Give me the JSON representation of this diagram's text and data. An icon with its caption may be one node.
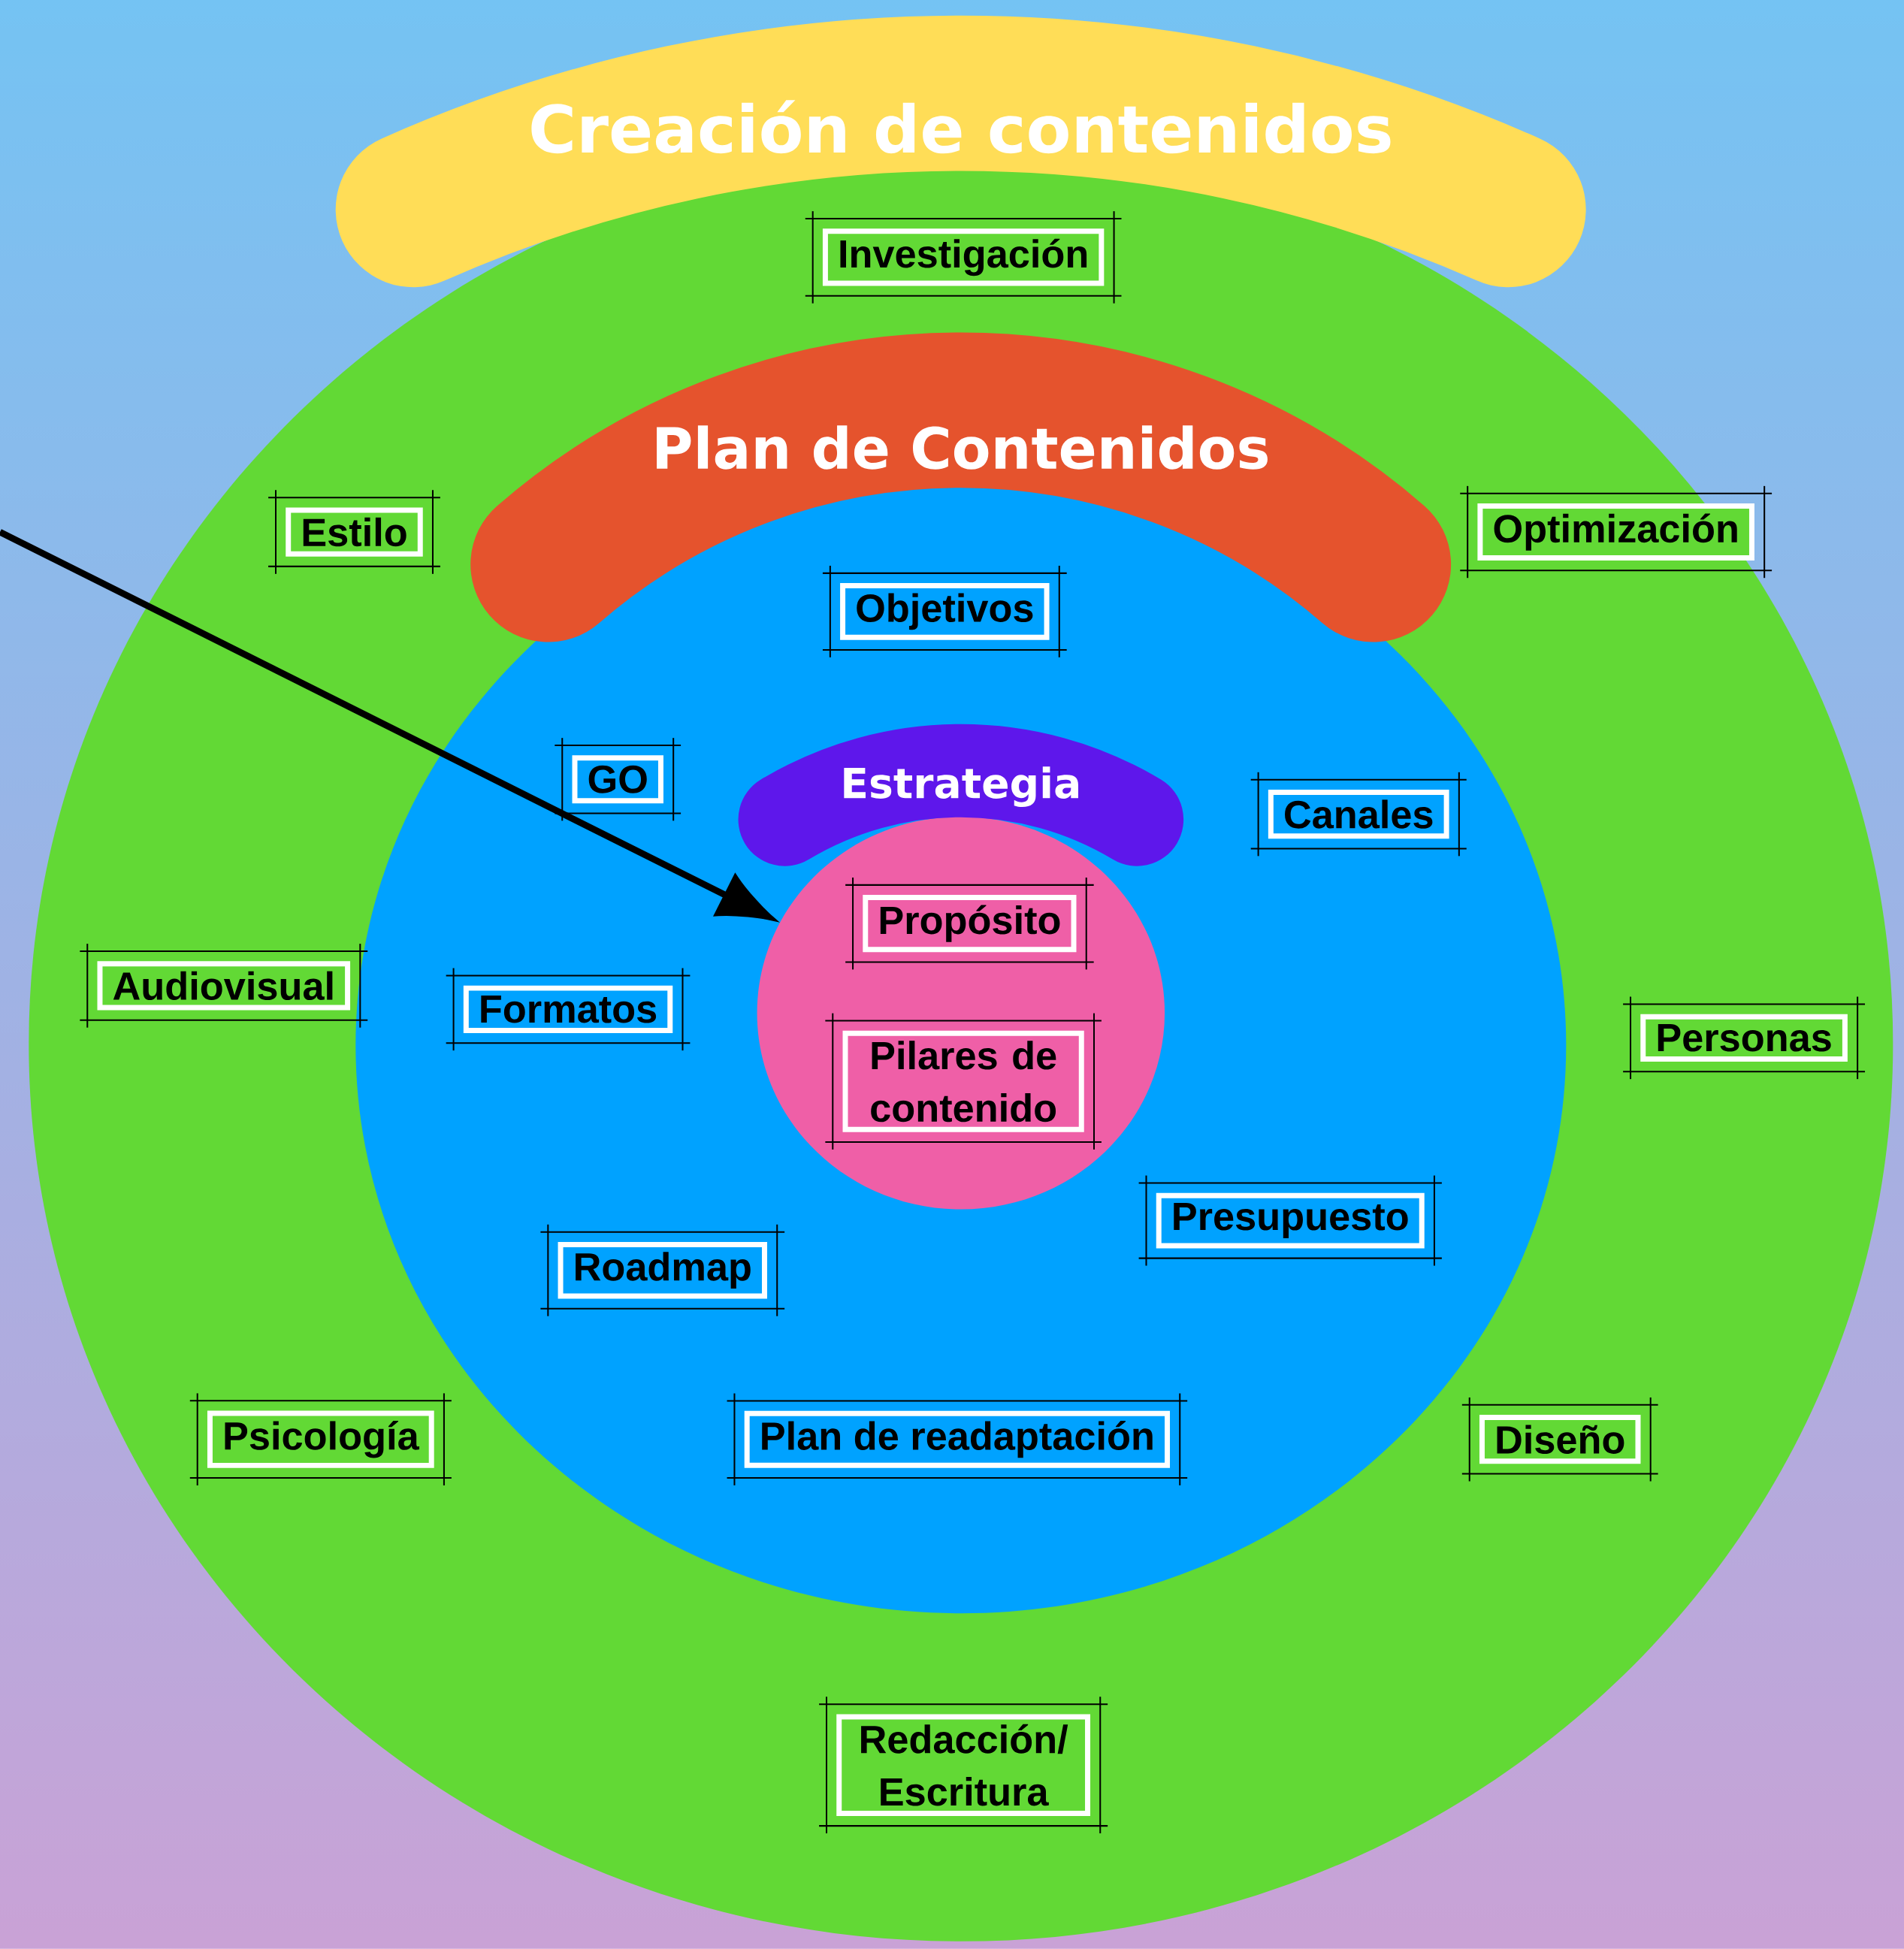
{
  "diagram": {
    "nodes": [
      {
        "text": [
          "Creación de contenidos"
        ]
      },
      {
        "text": [
          "Investigación"
        ],
        "in": 0
      },
      {
        "text": [
          "Estilo"
        ],
        "in": 0
      },
      {
        "text": [
          "Optimización"
        ],
        "in": 0
      },
      {
        "text": [
          "Audiovisual"
        ],
        "in": 0
      },
      {
        "text": [
          "Personas"
        ],
        "in": 0
      },
      {
        "text": [
          "Psicología"
        ],
        "in": 0
      },
      {
        "text": [
          "Diseño"
        ],
        "in": 0
      },
      {
        "text": [
          "Redacción/ Escritura"
        ],
        "in": 0
      },
      {
        "text": [
          "Plan de Contenidos"
        ],
        "in": 0
      },
      {
        "text": [
          "Objetivos"
        ],
        "in": 9
      },
      {
        "text": [
          "GO"
        ],
        "in": 9
      },
      {
        "text": [
          "Canales"
        ],
        "in": 9
      },
      {
        "text": [
          "Formatos"
        ],
        "in": 9
      },
      {
        "text": [
          "Presupuesto"
        ],
        "in": 9
      },
      {
        "text": [
          "Roadmap"
        ],
        "in": 9
      },
      {
        "text": [
          "Plan de readaptación"
        ],
        "in": 9
      },
      {
        "text": [
          "Estrategia"
        ],
        "in": 9
      },
      {
        "text": [
          "Propósito"
        ],
        "in": 17
      },
      {
        "text": [
          "Pilares de contenido"
        ],
        "in": 17
      }
    ],
    "edges": [
      {
        "from": null,
        "to": 17,
        "arrow": "to"
      }
    ]
  }
}
